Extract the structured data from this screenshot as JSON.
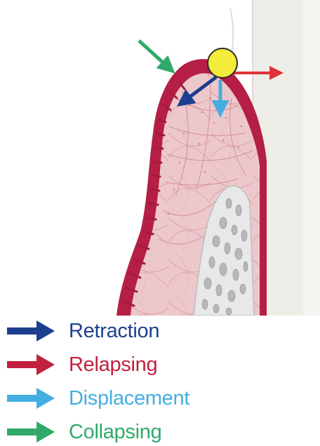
{
  "diagram": {
    "marker_color": "#f3ec3a",
    "gingiva_color": "#b51f45",
    "tissue_color": "#ecc8cc",
    "bone_color": "#e8e8e8",
    "tooth_color": "#ebe9e2"
  },
  "legend": [
    {
      "key": "retraction",
      "label": "Retraction",
      "color": "#1c3f8f",
      "icon": "arrow-right-icon"
    },
    {
      "key": "relapsing",
      "label": "Relapsing",
      "color": "#c2203f",
      "icon": "arrow-right-icon"
    },
    {
      "key": "displacement",
      "label": "Displacement",
      "color": "#44aee0",
      "icon": "arrow-right-icon"
    },
    {
      "key": "collapsing",
      "label": "Collapsing",
      "color": "#2faa6a",
      "icon": "arrow-right-icon"
    }
  ]
}
